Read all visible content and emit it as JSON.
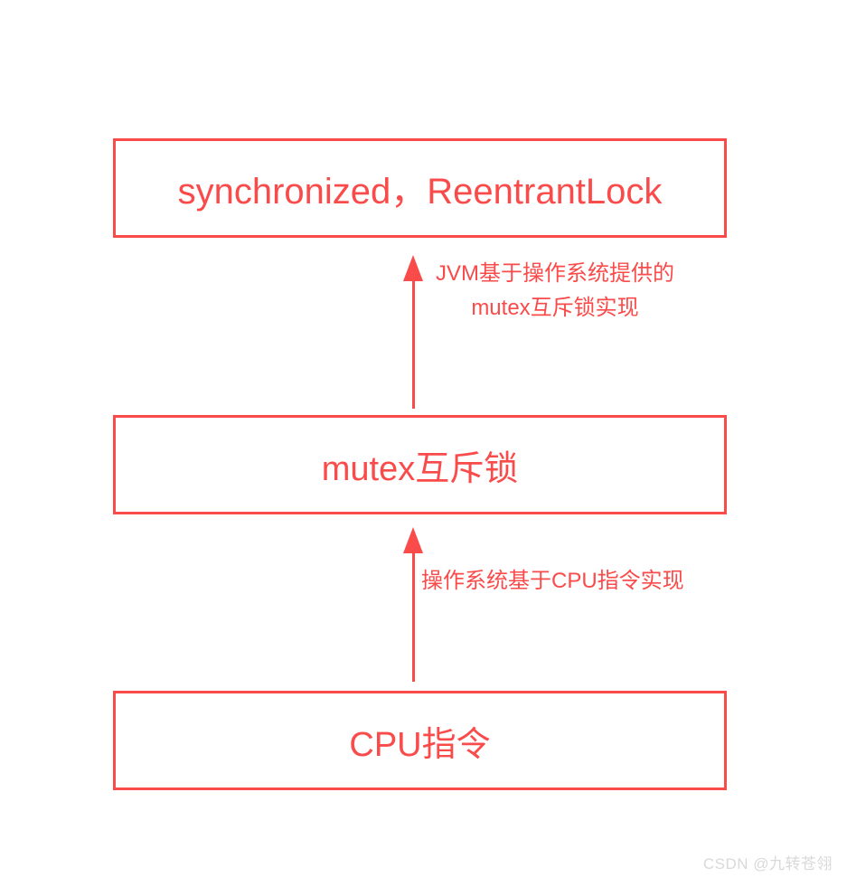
{
  "diagram": {
    "accent_color": "#fa4b4b",
    "watermark_color": "#d9d9d9",
    "boxes": [
      {
        "id": "java-locks",
        "label": "synchronized，ReentrantLock"
      },
      {
        "id": "mutex",
        "label": "mutex互斥锁"
      },
      {
        "id": "cpu",
        "label": "CPU指令"
      }
    ],
    "arrows": [
      {
        "from": "mutex",
        "to": "java-locks",
        "direction": "up",
        "label_lines": [
          "JVM基于操作系统提供的",
          "mutex互斥锁实现"
        ]
      },
      {
        "from": "cpu",
        "to": "mutex",
        "direction": "up",
        "label_lines": [
          "操作系统基于CPU指令实现"
        ]
      }
    ],
    "watermark": "CSDN @九转苍翎"
  }
}
